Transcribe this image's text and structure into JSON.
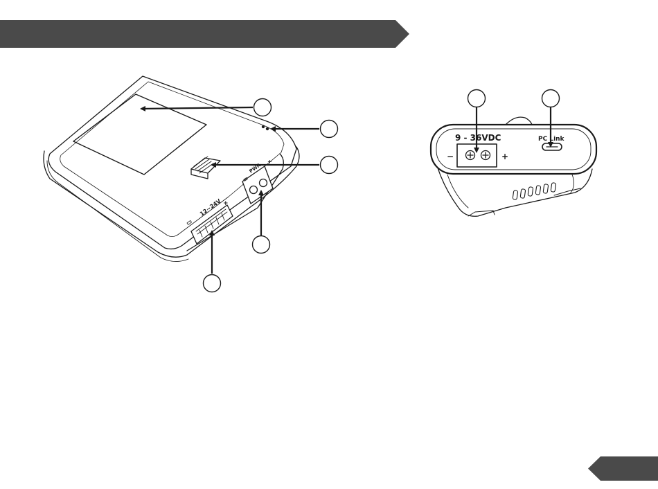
{
  "page": {
    "banner_color": "#4a4a4a",
    "line_color": "#1a1a1a"
  },
  "figure_left": {
    "labels": {
      "dc_in": "12~24V",
      "power": "PWR"
    }
  },
  "figure_right": {
    "labels": {
      "voltage": "9 - 36VDC",
      "port": "PC Link",
      "minus": "−",
      "plus": "+"
    }
  }
}
